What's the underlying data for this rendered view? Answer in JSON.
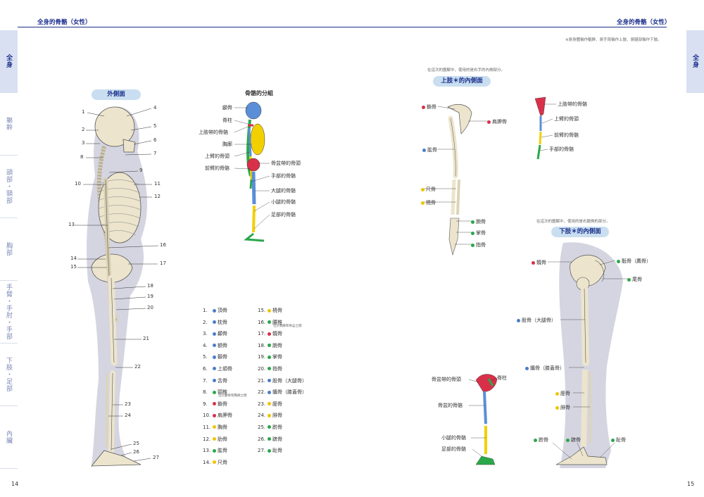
{
  "header": {
    "left_title": "全身的骨骼（女性）",
    "right_title": "全身的骨骼（女性）",
    "note": "※將身體稱作驅幹、將手臂稱作上肢、將腿部稱作下肢。"
  },
  "sidebar_left": {
    "tabs": [
      "全身",
      "軀幹",
      "頭部・頸部",
      "胸部",
      "手臂・手肘・手部",
      "下肢・足部",
      "內臟"
    ]
  },
  "sidebar_right": {
    "tabs": [
      "全身"
    ]
  },
  "left_page": {
    "outer_view_label": "外側面",
    "group_title": "骨骼的分組",
    "group_labels": [
      "顱骨",
      "脊柱",
      "上肢帶的骨骼",
      "胸廓",
      "上臂的骨頭",
      "前臂的骨骼",
      "骨盆帶的骨頭",
      "手部的骨骼",
      "大腿的骨骼",
      "小腿的骨骼",
      "足部的骨骼"
    ],
    "callout_numbers": [
      "1",
      "2",
      "3",
      "4",
      "5",
      "6",
      "7",
      "8",
      "9",
      "10",
      "11",
      "12",
      "13",
      "14",
      "15",
      "16",
      "17",
      "18",
      "19",
      "20",
      "21",
      "22",
      "23",
      "24",
      "25",
      "26",
      "27"
    ],
    "legend": [
      {
        "n": "1.",
        "label": "頂骨",
        "color": "#4a7fc8"
      },
      {
        "n": "2.",
        "label": "枕骨",
        "color": "#4a7fc8"
      },
      {
        "n": "3.",
        "label": "顳骨",
        "color": "#4a7fc8"
      },
      {
        "n": "4.",
        "label": "額骨",
        "color": "#4a7fc8"
      },
      {
        "n": "5.",
        "label": "顴骨",
        "color": "#4a7fc8"
      },
      {
        "n": "6.",
        "label": "上頜骨",
        "color": "#4a7fc8"
      },
      {
        "n": "7.",
        "label": "舌骨",
        "color": "#4a7fc8"
      },
      {
        "n": "8.",
        "label": "頸椎",
        "color": "#2aa84a",
        "sub": "位於顱骨和胸廓之間"
      },
      {
        "n": "9.",
        "label": "鎖骨",
        "color": "#d9304a"
      },
      {
        "n": "10.",
        "label": "肩胛骨",
        "color": "#d9304a"
      },
      {
        "n": "11.",
        "label": "胸骨",
        "color": "#f0c400"
      },
      {
        "n": "12.",
        "label": "肋骨",
        "color": "#f0c400"
      },
      {
        "n": "13.",
        "label": "肱骨",
        "color": "#2aa84a"
      },
      {
        "n": "14.",
        "label": "尺骨",
        "color": "#f0c400"
      },
      {
        "n": "15.",
        "label": "橈骨",
        "color": "#f0c400"
      },
      {
        "n": "16.",
        "label": "腰椎",
        "color": "#2aa84a",
        "sub": "位於胸廓和骨盆之間"
      },
      {
        "n": "17.",
        "label": "髖骨",
        "color": "#d9304a"
      },
      {
        "n": "18.",
        "label": "腕骨",
        "color": "#2aa84a"
      },
      {
        "n": "19.",
        "label": "掌骨",
        "color": "#2aa84a"
      },
      {
        "n": "20.",
        "label": "指骨",
        "color": "#2aa84a"
      },
      {
        "n": "21.",
        "label": "股骨（大腿骨）",
        "color": "#4a7fc8"
      },
      {
        "n": "22.",
        "label": "髕骨（膝蓋骨）",
        "color": "#4a7fc8"
      },
      {
        "n": "23.",
        "label": "脛骨",
        "color": "#f0c400"
      },
      {
        "n": "24.",
        "label": "腓骨",
        "color": "#f0c400"
      },
      {
        "n": "25.",
        "label": "跗骨",
        "color": "#2aa84a"
      },
      {
        "n": "26.",
        "label": "蹠骨",
        "color": "#2aa84a"
      },
      {
        "n": "27.",
        "label": "趾骨",
        "color": "#2aa84a"
      }
    ],
    "page_number": "14"
  },
  "right_page": {
    "upper_note": "在這次的圖解中，使用的是右手的內側部分。",
    "upper_label": "上肢＊的內側面",
    "upper_labels_left": [
      {
        "label": "鎖骨",
        "color": "#d9304a"
      },
      {
        "label": "肱骨",
        "color": "#4a7fc8"
      },
      {
        "label": "尺骨",
        "color": "#f0c400"
      },
      {
        "label": "橈骨",
        "color": "#f0c400"
      }
    ],
    "upper_labels_right": [
      {
        "label": "肩胛骨",
        "color": "#d9304a"
      },
      {
        "label": "腕骨",
        "color": "#2aa84a"
      },
      {
        "label": "掌骨",
        "color": "#2aa84a"
      },
      {
        "label": "指骨",
        "color": "#2aa84a"
      }
    ],
    "arm_group_labels": [
      "上肢帶的骨骼",
      "上臂的骨頭",
      "前臂的骨骼",
      "手部的骨骼"
    ],
    "lower_note": "在這次的圖解中，使用的是右腿側的部分。",
    "lower_label": "下肢＊的內側面",
    "leg_group_labels": [
      "骨盆帶的骨頭",
      "骨盆的骨骼",
      "小腿的骨骼",
      "足部的骨骼"
    ],
    "leg_group_right": "脊柱",
    "lower_labels": [
      {
        "label": "髖骨",
        "color": "#d9304a"
      },
      {
        "label": "骶骨（薦骨）",
        "color": "#2aa84a"
      },
      {
        "label": "尾骨",
        "color": "#2aa84a"
      },
      {
        "label": "股骨（大腿骨）",
        "color": "#4a7fc8"
      },
      {
        "label": "髕骨（膝蓋骨）",
        "color": "#4a7fc8"
      },
      {
        "label": "脛骨",
        "color": "#f0c400"
      },
      {
        "label": "腓骨",
        "color": "#f0c400"
      },
      {
        "label": "跗骨",
        "color": "#2aa84a"
      },
      {
        "label": "蹠骨",
        "color": "#2aa84a"
      },
      {
        "label": "趾骨",
        "color": "#2aa84a"
      }
    ],
    "page_number": "15"
  }
}
